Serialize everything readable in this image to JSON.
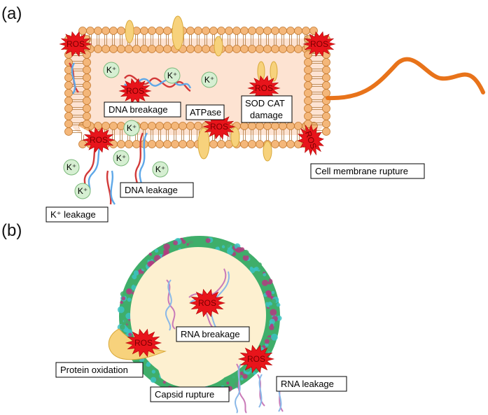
{
  "panels": {
    "a": {
      "label": "(a)",
      "labels": {
        "dna_breakage": "DNA breakage",
        "atpase": "ATPase",
        "sod_cat_line1": "SOD CAT",
        "sod_cat_line2": "damage",
        "dna_leakage": "DNA leakage",
        "k_leakage": "K⁺ leakage",
        "membrane_rupture": "Cell membrane rupture"
      },
      "ion_label": "K⁺",
      "ros_label": "ROS"
    },
    "b": {
      "label": "(b)",
      "labels": {
        "rna_breakage": "RNA breakage",
        "protein_oxidation": "Protein oxidation",
        "capsid_rupture": "Capsid rupture",
        "rna_leakage": "RNA leakage"
      },
      "ros_label": "ROS"
    }
  },
  "colors": {
    "ros_burst": "#e8141b",
    "lipid_head": "#f4b77a",
    "cytoplasm": "#fde3d2",
    "flagellum": "#e8731a",
    "protein": "#f7d27c",
    "ion_bg": "#d6efd2",
    "virus_interior": "#fdf0d0",
    "capsid_green": "#3fae6a",
    "capsid_cyan": "#3cc2c2",
    "capsid_magenta": "#b43a80"
  }
}
